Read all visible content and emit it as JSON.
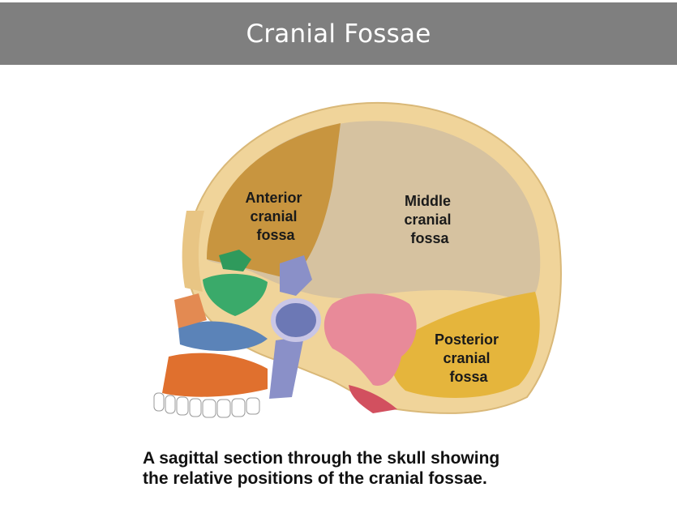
{
  "slide": {
    "title": "Cranial Fossae"
  },
  "figure": {
    "labels": {
      "anterior": [
        "Anterior",
        "cranial",
        "fossa"
      ],
      "middle": [
        "Middle",
        "cranial",
        "fossa"
      ],
      "posterior": [
        "Posterior",
        "cranial",
        "fossa"
      ]
    },
    "colors": {
      "anterior_fossa": "#c8953f",
      "middle_fossa": "#d6c2a0",
      "posterior_fossa": "#e5b53c",
      "bone_rim": "#f0d49a",
      "ethmoid": "#2f9a5c",
      "sphenoid_sinus": "#6c78b5",
      "temporal": "#e88a99",
      "maxilla": "#e0702e",
      "vomer": "#8a90c8"
    }
  },
  "caption": {
    "line1": "A sagittal section through the skull showing",
    "line2": "the relative positions of the cranial fossae."
  }
}
